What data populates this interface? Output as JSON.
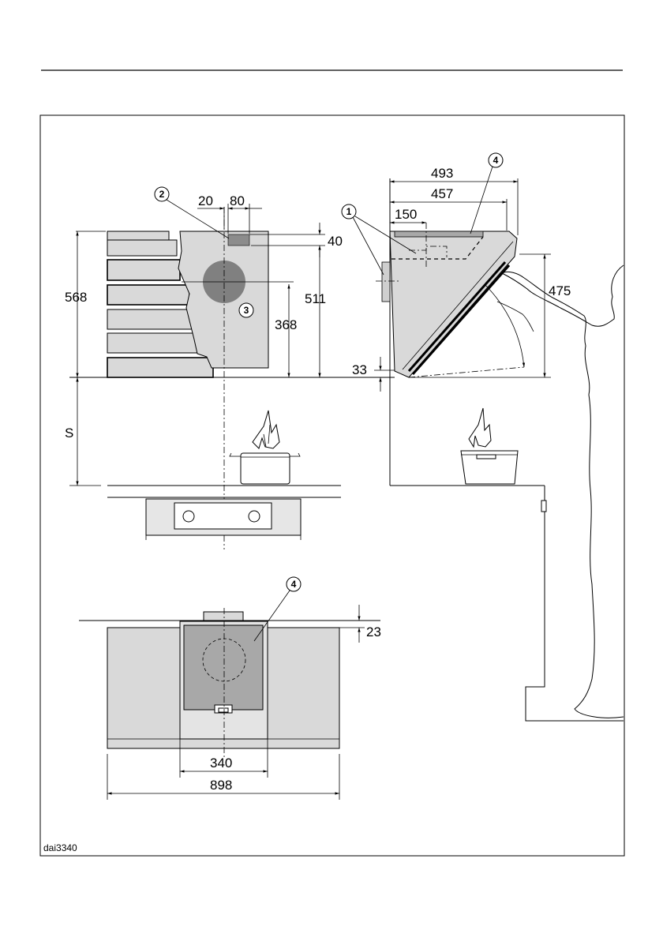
{
  "figure_ref": "dai3340",
  "dimensions": {
    "d493": "493",
    "d457": "457",
    "d150": "150",
    "d475": "475",
    "d33": "33",
    "d20": "20",
    "d80": "80",
    "d40": "40",
    "d568": "568",
    "d511": "511",
    "d368": "368",
    "dS": "S",
    "d23": "23",
    "d340": "340",
    "d898": "898"
  },
  "callouts": {
    "c1": "1",
    "c2": "2",
    "c3": "3",
    "c4a": "4",
    "c4b": "4"
  },
  "colors": {
    "hood_fill": "#d9d9d9",
    "hole_fill": "#808080",
    "cutout_fill": "#a8a8a8",
    "line": "#000000"
  }
}
